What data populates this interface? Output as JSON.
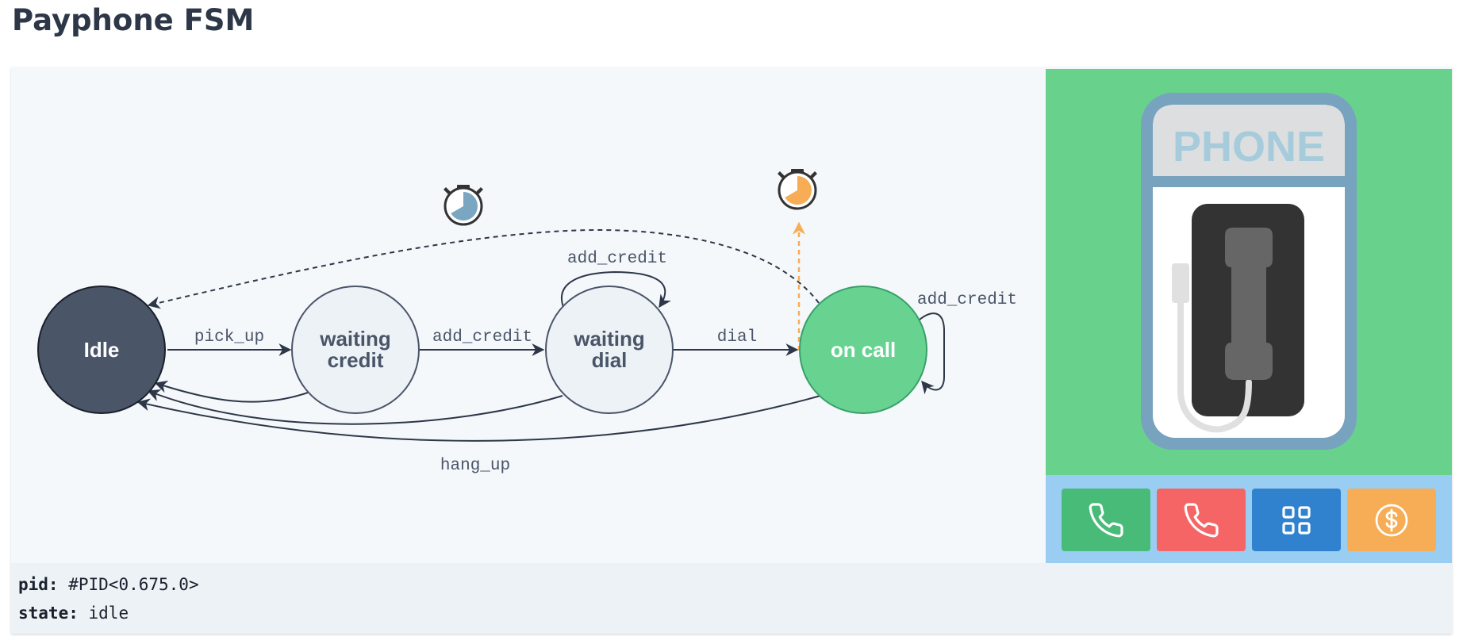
{
  "page": {
    "title": "Payphone FSM"
  },
  "fsm": {
    "states": [
      {
        "id": "idle",
        "lines": [
          "Idle"
        ],
        "active": true
      },
      {
        "id": "waiting_credit",
        "lines": [
          "waiting",
          "credit"
        ],
        "active": false
      },
      {
        "id": "waiting_dial",
        "lines": [
          "waiting",
          "dial"
        ],
        "active": false
      },
      {
        "id": "on_call",
        "lines": [
          "on call"
        ],
        "active": false
      }
    ],
    "transitions": {
      "pick_up": "pick_up",
      "add_credit_1": "add_credit",
      "add_credit_loop_dial": "add_credit",
      "dial": "dial",
      "add_credit_loop_call": "add_credit",
      "hang_up": "hang_up"
    },
    "timers": [
      {
        "name": "timeout-timer",
        "color": "#7aa6c2"
      },
      {
        "name": "call-timer",
        "color": "#f6ad55"
      }
    ],
    "colors": {
      "idle_fill": "#4a5568",
      "state_fill": "#edf2f7",
      "on_call_fill": "#68d391",
      "edge": "#2d3748",
      "timer_arrow": "#f6ad55"
    }
  },
  "phone": {
    "sign": "PHONE",
    "colors": {
      "booth_bg": "#68d28d",
      "frame": "#77a3bf",
      "sign_bg": "#dddee0",
      "sign_text": "#a6ccdc",
      "handset_panel": "#333333",
      "handset": "#666666",
      "cord": "#e0e0e0"
    },
    "buttons": [
      {
        "name": "pick-up",
        "icon": "phone-icon",
        "color": "#48bb78"
      },
      {
        "name": "hang-up",
        "icon": "phone-icon",
        "color": "#f56565"
      },
      {
        "name": "dial",
        "icon": "keypad-grid-icon",
        "color": "#3182ce"
      },
      {
        "name": "add-credit",
        "icon": "dollar-coin-icon",
        "color": "#f6ad55"
      }
    ]
  },
  "info": {
    "pid_label": "pid:",
    "pid_value": "#PID<0.675.0>",
    "state_label": "state:",
    "state_value": "idle"
  }
}
